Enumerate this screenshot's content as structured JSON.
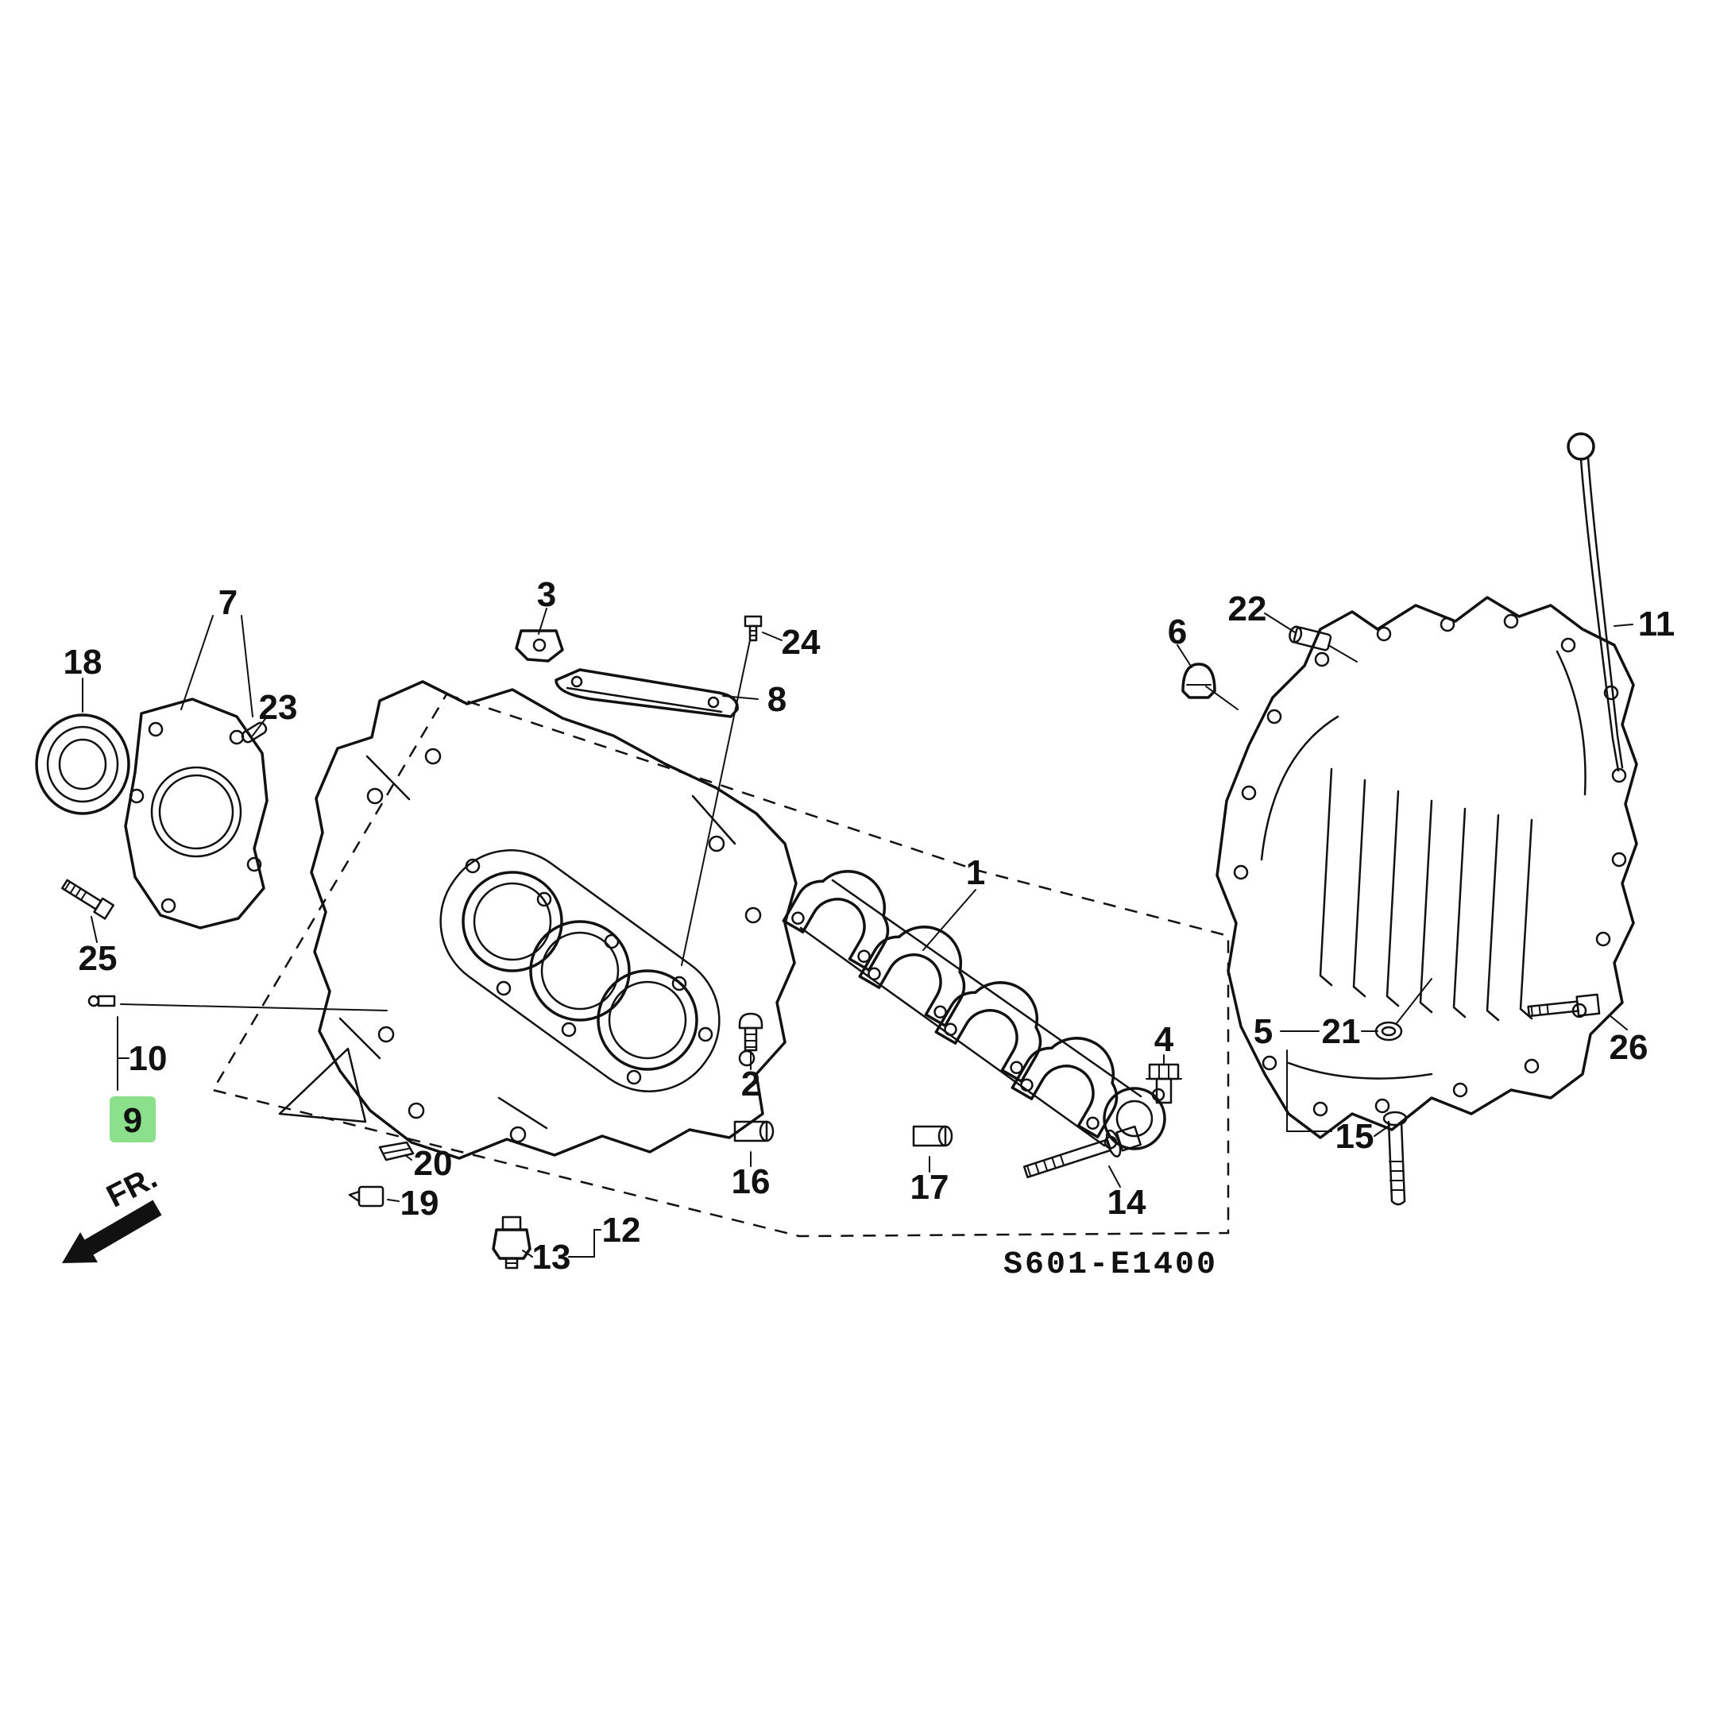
{
  "diagram": {
    "code": "S601-E1400",
    "fr_label": "FR.",
    "highlighted_callout": "9",
    "colors": {
      "highlight": "#8ce08c",
      "line": "#111111",
      "background": "#ffffff"
    },
    "callouts": {
      "c1": "1",
      "c2": "2",
      "c3": "3",
      "c4": "4",
      "c5": "5",
      "c6": "6",
      "c7": "7",
      "c8": "8",
      "c9": "9",
      "c10": "10",
      "c11": "11",
      "c12": "12",
      "c13": "13",
      "c14": "14",
      "c15": "15",
      "c16": "16",
      "c17": "17",
      "c18": "18",
      "c19": "19",
      "c20": "20",
      "c21": "21",
      "c22": "22",
      "c23": "23",
      "c24": "24",
      "c25": "25",
      "c26": "26"
    }
  }
}
